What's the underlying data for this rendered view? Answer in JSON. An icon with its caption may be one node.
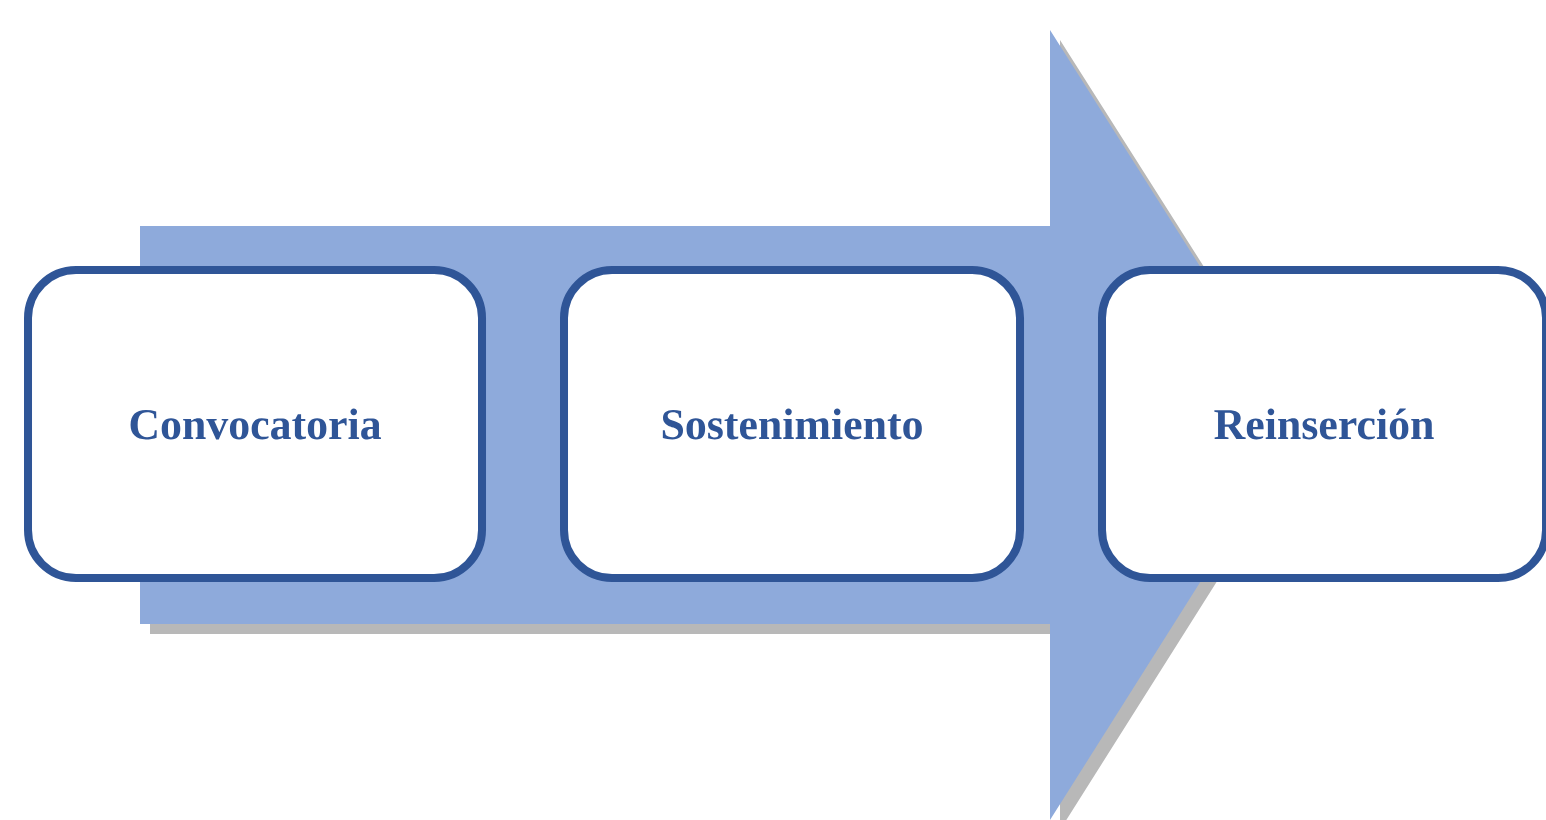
{
  "diagram": {
    "nodes": [
      {
        "text": [
          "Convocatoria"
        ]
      },
      {
        "text": [
          "Sostenimiento"
        ]
      },
      {
        "text": [
          "Reinserción"
        ]
      }
    ],
    "edges": [
      {
        "from": 0,
        "to": 2,
        "arrow": "to"
      }
    ]
  }
}
